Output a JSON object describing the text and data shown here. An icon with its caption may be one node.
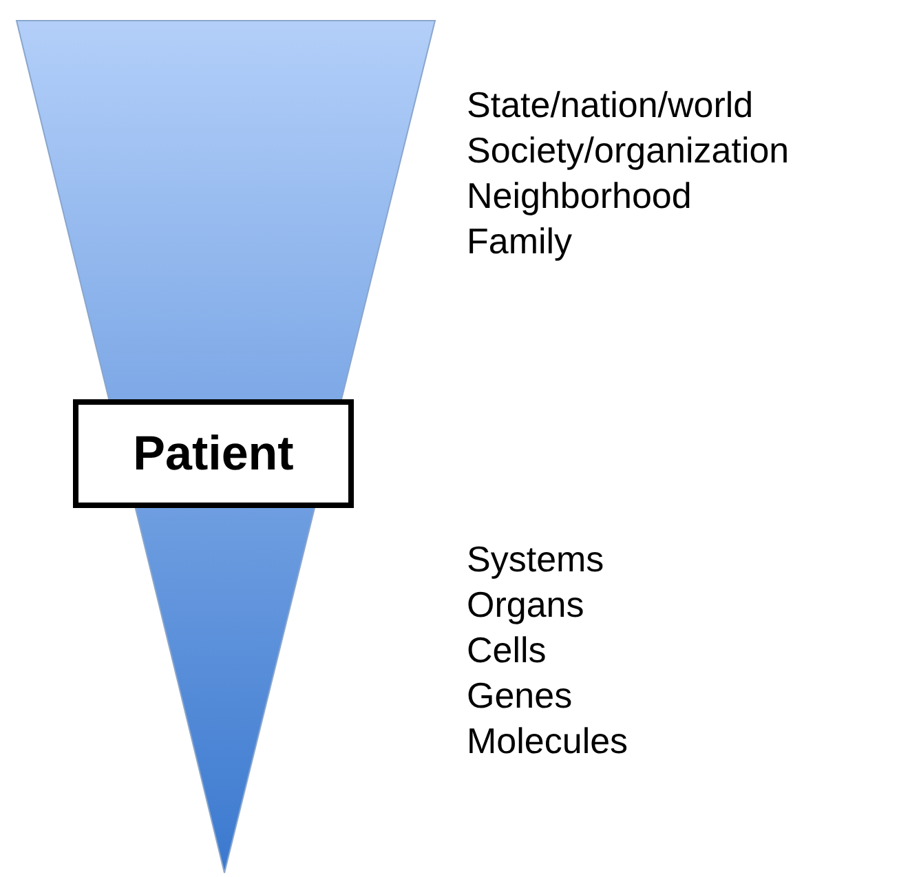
{
  "diagram": {
    "nodes": [
      {
        "text": [
          "Patient"
        ]
      }
    ],
    "labels": [
      "State/nation/world",
      "Society/organization",
      "Neighborhood",
      "Family",
      "Systems",
      "Organs",
      "Cells",
      "Genes",
      "Molecules"
    ]
  }
}
